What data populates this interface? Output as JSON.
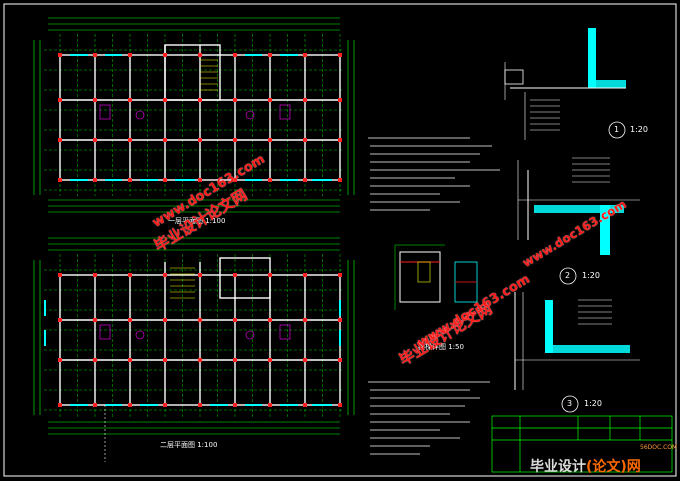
{
  "drawings": {
    "plan_top_title": "一层平面图 1:100",
    "plan_bottom_title": "二层平面图 1:100",
    "detail_1_label": "1",
    "detail_1_scale": "1:20",
    "detail_2_label": "2",
    "detail_2_scale": "1:20",
    "detail_3_label": "3",
    "detail_3_scale": "1:20",
    "stair_title": "楼梯详图 1:50"
  },
  "watermarks": {
    "brand_text": "毕业设计论文网",
    "url_text": "www.doc163.com"
  },
  "footer": {
    "brand_main": "毕业设计",
    "brand_paren": "(论文)网",
    "site": "56DOC.COM"
  },
  "colors": {
    "background": "#000000",
    "grid_lines": "#00ff00",
    "walls": "#ffffff",
    "cyan": "#00ffff",
    "red": "#ff2020",
    "yellow": "#ffff00",
    "magenta": "#ff00ff"
  }
}
